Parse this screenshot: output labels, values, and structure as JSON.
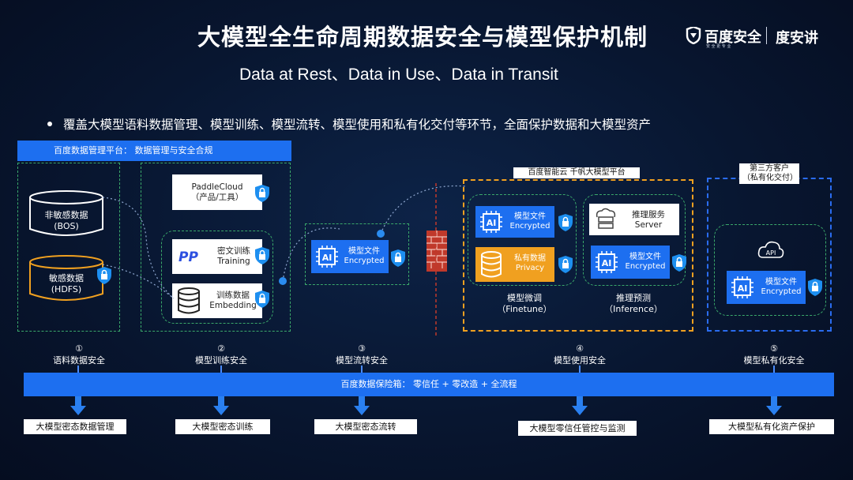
{
  "header": {
    "title": "大模型全生命周期数据安全与模型保护机制",
    "brand_left": "百度安全",
    "brand_left_sub": "安 全 更 专 业",
    "brand_right": "度安讲",
    "subtitle": "Data at Rest、Data in Use、Data in Transit"
  },
  "bullet": "覆盖大模型语料数据管理、模型训练、模型流转、模型使用和私有化交付等环节，全面保护数据和大模型资产",
  "platform_bar": "百度数据管理平台：  数据管理与安全合规",
  "data_sources": {
    "nonsensitive": {
      "line1": "非敏感数据",
      "line2": "(BOS)"
    },
    "sensitive": {
      "line1": "敏感数据",
      "line2": "(HDFS)"
    }
  },
  "training": {
    "paddlecloud": {
      "line1": "PaddleCloud",
      "line2": "（产品/工具）"
    },
    "cipher_training": {
      "line1": "密文训练",
      "line2": "Training"
    },
    "training_data": {
      "line1": "训练数据",
      "line2": "Embedding"
    }
  },
  "transit_file": {
    "chip": "AI",
    "line1": "模型文件",
    "line2": "Encrypted"
  },
  "cloud_platform": {
    "title": "百度智能云 千帆大模型平台",
    "finetune_file": {
      "chip": "AI",
      "line1": "模型文件",
      "line2": "Encrypted"
    },
    "private_data": {
      "line1": "私有数据",
      "line2": "Privacy"
    },
    "finetune_label": {
      "line1": "模型微调",
      "line2": "（Finetune）"
    },
    "inference_service": {
      "line1": "推理服务",
      "line2": "Server"
    },
    "inference_file": {
      "chip": "AI",
      "line1": "模型文件",
      "line2": "Encrypted"
    },
    "inference_label": {
      "line1": "推理预测",
      "line2": "（Inference）"
    }
  },
  "third_party": {
    "title_line1": "第三方客户",
    "title_line2": "（私有化交付）",
    "api": "API",
    "file": {
      "chip": "AI",
      "line1": "模型文件",
      "line2": "Encrypted"
    }
  },
  "stages": [
    {
      "num": "①",
      "label": "语料数据安全"
    },
    {
      "num": "②",
      "label": "模型训练安全"
    },
    {
      "num": "③",
      "label": "模型流转安全"
    },
    {
      "num": "④",
      "label": "模型使用安全"
    },
    {
      "num": "⑤",
      "label": "模型私有化安全"
    }
  ],
  "vault_bar": "百度数据保险箱：   零信任 + 零改造 + 全流程",
  "outcomes": [
    "大模型密态数据管理",
    "大模型密态训练",
    "大模型密态流转",
    "大模型零信任管控与监测",
    "大模型私有化资产保护"
  ],
  "colors": {
    "background": "#081630",
    "accent_blue": "#1d6ff0",
    "dashed_green": "#3aa86a",
    "dashed_orange": "#f0a020",
    "firewall_red": "#c0392b"
  },
  "icons": [
    "shield-lock-icon",
    "database-icon",
    "ai-chip-icon",
    "firewall-icon",
    "server-icon",
    "cloud-api-icon",
    "down-arrow-icon",
    "paddle-logo-icon"
  ]
}
